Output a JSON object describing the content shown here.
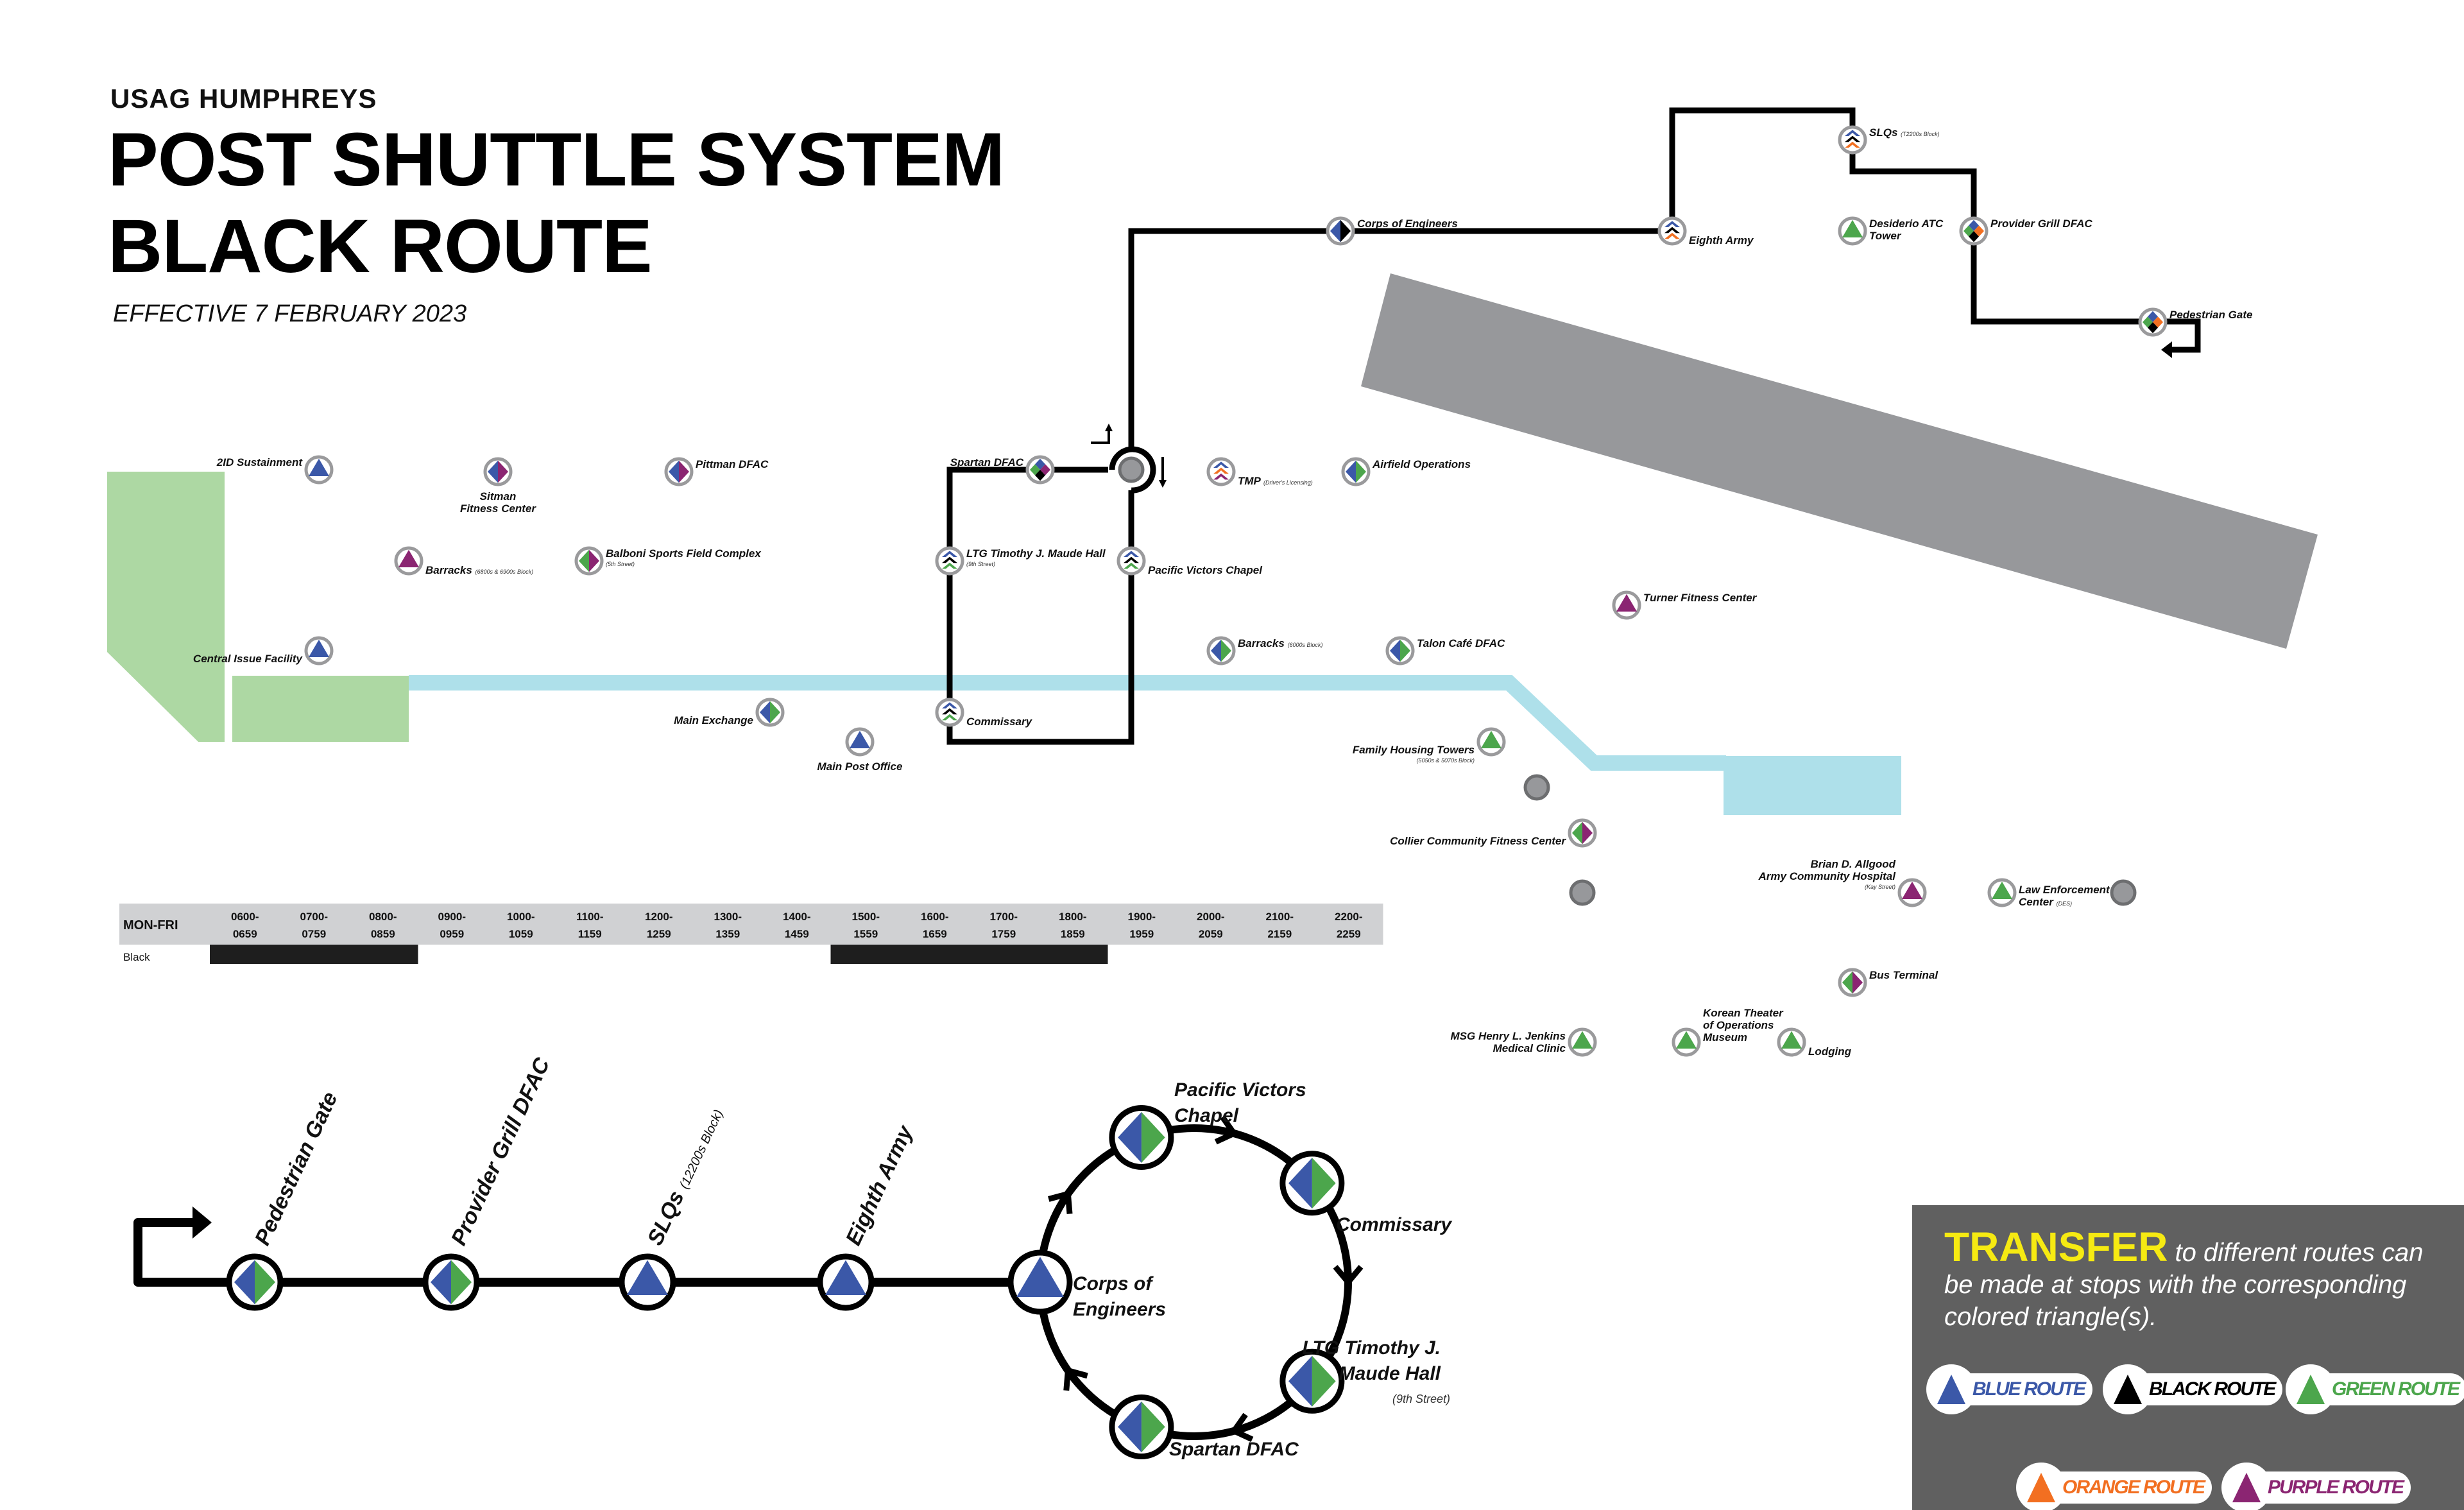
{
  "header": {
    "org": "USAG HUMPHREYS",
    "title_line1": "POST SHUTTLE SYSTEM",
    "title_line2": "BLACK ROUTE",
    "effective": "EFFECTIVE 7 FEBRUARY 2023"
  },
  "colors": {
    "blue": "#3b58a8",
    "black": "#000000",
    "green": "#4ca64c",
    "orange": "#f26f21",
    "purple": "#8b2572",
    "ring": "#9a9a9c",
    "building": "#97989b",
    "park": "#add8a3",
    "water": "#aee0ea",
    "transfer_bg": "#606060",
    "transfer_head": "#f6ea12"
  },
  "map": {
    "stops": [
      {
        "name": [
          "2ID Sustainment"
        ],
        "routes": [
          "blue"
        ],
        "icon": "triangle"
      },
      {
        "name": [
          "Sitman",
          "Fitness Center"
        ],
        "routes": [
          "blue",
          "purple"
        ],
        "icon": "diamond"
      },
      {
        "name": [
          "Pittman DFAC"
        ],
        "routes": [
          "blue",
          "purple"
        ],
        "icon": "diamond"
      },
      {
        "name": [
          "Barracks"
        ],
        "sub": "(6800s & 6900s Block)",
        "routes": [
          "purple"
        ],
        "icon": "triangle"
      },
      {
        "name": [
          "Balboni Sports Field Complex"
        ],
        "sub": "(5th Street)",
        "routes": [
          "green",
          "purple"
        ],
        "icon": "diamond"
      },
      {
        "name": [
          "Central Issue Facility"
        ],
        "routes": [
          "blue"
        ],
        "icon": "triangle"
      },
      {
        "name": [
          "Main Exchange"
        ],
        "routes": [
          "blue",
          "green"
        ],
        "icon": "diamond"
      },
      {
        "name": [
          "Main Post Office"
        ],
        "routes": [
          "blue"
        ],
        "icon": "triangle"
      },
      {
        "name": [
          "Spartan DFAC"
        ],
        "routes": [
          "blue",
          "green",
          "purple",
          "black"
        ],
        "icon": "quad"
      },
      {
        "name": [
          "LTG Timothy J. Maude Hall"
        ],
        "sub": "(9th Street)",
        "routes": [
          "blue",
          "black",
          "green"
        ],
        "icon": "chevrons"
      },
      {
        "name": [
          "Pacific Victors Chapel"
        ],
        "routes": [
          "blue",
          "black",
          "green"
        ],
        "icon": "chevrons"
      },
      {
        "name": [
          "Commissary"
        ],
        "routes": [
          "blue",
          "black",
          "green"
        ],
        "icon": "chevrons"
      },
      {
        "name": [
          "TMP"
        ],
        "sub": "(Driver's Licensing)",
        "routes": [
          "blue",
          "orange",
          "purple"
        ],
        "icon": "chevrons"
      },
      {
        "name": [
          "Airfield Operations"
        ],
        "routes": [
          "blue",
          "green"
        ],
        "icon": "diamond"
      },
      {
        "name": [
          "Barracks"
        ],
        "sub": "(6000s Block)",
        "routes": [
          "blue",
          "green"
        ],
        "icon": "diamond"
      },
      {
        "name": [
          "Talon Café DFAC"
        ],
        "routes": [
          "blue",
          "green"
        ],
        "icon": "diamond"
      },
      {
        "name": [
          "Turner Fitness Center"
        ],
        "routes": [
          "purple"
        ],
        "icon": "triangle"
      },
      {
        "name": [
          "Family Housing Towers"
        ],
        "sub": "(5050s & 5070s Block)",
        "routes": [
          "green"
        ],
        "icon": "triangle"
      },
      {
        "name": [
          "Collier Community Fitness Center"
        ],
        "routes": [
          "green",
          "purple"
        ],
        "icon": "diamond"
      },
      {
        "name": [
          "Brian D. Allgood",
          "Army Community Hospital"
        ],
        "sub": "(Kay Street)",
        "routes": [
          "purple"
        ],
        "icon": "triangle"
      },
      {
        "name": [
          "Law Enforcement",
          "Center"
        ],
        "sub": "(DES)",
        "routes": [
          "green"
        ],
        "icon": "triangle"
      },
      {
        "name": [
          "Bus Terminal"
        ],
        "routes": [
          "green",
          "purple"
        ],
        "icon": "diamond"
      },
      {
        "name": [
          "MSG Henry L. Jenkins",
          "Medical Clinic"
        ],
        "routes": [
          "green"
        ],
        "icon": "triangle"
      },
      {
        "name": [
          "Korean Theater",
          "of Operations",
          "Museum"
        ],
        "routes": [
          "green"
        ],
        "icon": "triangle"
      },
      {
        "name": [
          "Lodging"
        ],
        "routes": [
          "green"
        ],
        "icon": "triangle"
      },
      {
        "name": [
          "Corps of Engineers"
        ],
        "routes": [
          "blue",
          "black"
        ],
        "icon": "diamond"
      },
      {
        "name": [
          "Eighth Army"
        ],
        "routes": [
          "blue",
          "black",
          "orange"
        ],
        "icon": "chevrons"
      },
      {
        "name": [
          "SLQs"
        ],
        "sub": "(T2200s Block)",
        "routes": [
          "blue",
          "black",
          "orange"
        ],
        "icon": "chevrons"
      },
      {
        "name": [
          "Desiderio ATC",
          "Tower"
        ],
        "routes": [
          "green"
        ],
        "icon": "triangle"
      },
      {
        "name": [
          "Provider Grill DFAC"
        ],
        "routes": [
          "blue",
          "green",
          "orange",
          "black"
        ],
        "icon": "quad"
      },
      {
        "name": [
          "Pedestrian Gate"
        ],
        "routes": [
          "blue",
          "green",
          "orange",
          "black"
        ],
        "icon": "quad"
      }
    ]
  },
  "schedule": {
    "day_label": "MON-FRI",
    "hours": [
      [
        "0600-",
        "0659"
      ],
      [
        "0700-",
        "0759"
      ],
      [
        "0800-",
        "0859"
      ],
      [
        "0900-",
        "0959"
      ],
      [
        "1000-",
        "1059"
      ],
      [
        "1100-",
        "1159"
      ],
      [
        "1200-",
        "1259"
      ],
      [
        "1300-",
        "1359"
      ],
      [
        "1400-",
        "1459"
      ],
      [
        "1500-",
        "1559"
      ],
      [
        "1600-",
        "1659"
      ],
      [
        "1700-",
        "1759"
      ],
      [
        "1800-",
        "1859"
      ],
      [
        "1900-",
        "1959"
      ],
      [
        "2000-",
        "2059"
      ],
      [
        "2100-",
        "2159"
      ],
      [
        "2200-",
        "2259"
      ]
    ],
    "route_label": "Black",
    "service": [
      true,
      true,
      true,
      false,
      false,
      false,
      false,
      false,
      false,
      true,
      true,
      true,
      true,
      false,
      false,
      false,
      false
    ]
  },
  "diagram": {
    "line_stops": [
      {
        "name": "Pedestrian Gate",
        "routes": [
          "blue",
          "green"
        ],
        "icon": "diamond"
      },
      {
        "name": "Provider Grill DFAC",
        "routes": [
          "blue",
          "green"
        ],
        "icon": "diamond"
      },
      {
        "name": "SLQs",
        "sub": "(12200s Block)",
        "routes": [
          "blue"
        ],
        "icon": "triangle"
      },
      {
        "name": "Eighth Army",
        "routes": [
          "blue"
        ],
        "icon": "triangle"
      }
    ],
    "loop_stops": [
      {
        "name": [
          "Corps of",
          "Engineers"
        ],
        "routes": [
          "blue"
        ],
        "icon": "triangle"
      },
      {
        "name": [
          "Pacific Victors",
          "Chapel"
        ],
        "routes": [
          "blue",
          "green"
        ],
        "icon": "diamond"
      },
      {
        "name": [
          "Commissary"
        ],
        "routes": [
          "blue",
          "green"
        ],
        "icon": "diamond"
      },
      {
        "name": [
          "LTG Timothy J.",
          "Maude Hall"
        ],
        "sub": "(9th Street)",
        "routes": [
          "blue",
          "green"
        ],
        "icon": "diamond"
      },
      {
        "name": [
          "Spartan DFAC"
        ],
        "routes": [
          "blue",
          "green"
        ],
        "icon": "diamond"
      }
    ]
  },
  "transfer": {
    "heading": "TRANSFER",
    "text": " to different routes can be made at stops with the corresponding colored triangle(s).",
    "routes": [
      {
        "label": "BLUE ROUTE",
        "color": "blue"
      },
      {
        "label": "BLACK ROUTE",
        "color": "black"
      },
      {
        "label": "GREEN ROUTE",
        "color": "green"
      },
      {
        "label": "ORANGE ROUTE",
        "color": "orange"
      },
      {
        "label": "PURPLE ROUTE",
        "color": "purple"
      }
    ]
  }
}
